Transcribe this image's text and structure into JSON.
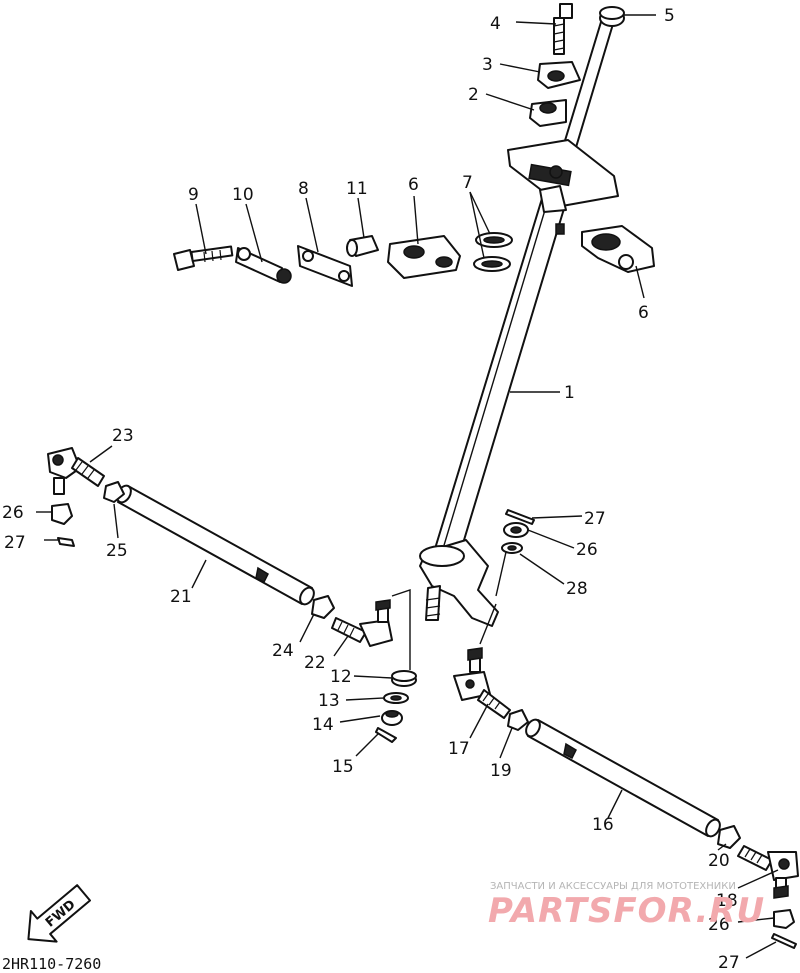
{
  "callouts": [
    {
      "id": "c4",
      "text": "4"
    },
    {
      "id": "c5",
      "text": "5"
    },
    {
      "id": "c3",
      "text": "3"
    },
    {
      "id": "c2",
      "text": "2"
    },
    {
      "id": "c9",
      "text": "9"
    },
    {
      "id": "c10",
      "text": "10"
    },
    {
      "id": "c8",
      "text": "8"
    },
    {
      "id": "c11",
      "text": "11"
    },
    {
      "id": "c6a",
      "text": "6"
    },
    {
      "id": "c7",
      "text": "7"
    },
    {
      "id": "c6b",
      "text": "6"
    },
    {
      "id": "c1",
      "text": "1"
    },
    {
      "id": "c23",
      "text": "23"
    },
    {
      "id": "c26a",
      "text": "26"
    },
    {
      "id": "c27a",
      "text": "27"
    },
    {
      "id": "c25",
      "text": "25"
    },
    {
      "id": "c21",
      "text": "21"
    },
    {
      "id": "c24",
      "text": "24"
    },
    {
      "id": "c22",
      "text": "22"
    },
    {
      "id": "c12",
      "text": "12"
    },
    {
      "id": "c13",
      "text": "13"
    },
    {
      "id": "c14",
      "text": "14"
    },
    {
      "id": "c15",
      "text": "15"
    },
    {
      "id": "c27b",
      "text": "27"
    },
    {
      "id": "c26b",
      "text": "26"
    },
    {
      "id": "c28",
      "text": "28"
    },
    {
      "id": "c17",
      "text": "17"
    },
    {
      "id": "c19",
      "text": "19"
    },
    {
      "id": "c16",
      "text": "16"
    },
    {
      "id": "c20",
      "text": "20"
    },
    {
      "id": "c18",
      "text": "18"
    },
    {
      "id": "c26c",
      "text": "26"
    },
    {
      "id": "c27c",
      "text": "27"
    }
  ],
  "fwd_label": "FWD",
  "diagram_code": "2HR110-7260",
  "watermark": {
    "caption": "ЗАПЧАСТИ И АКСЕССУАРЫ ДЛЯ МОТОТЕХНИКИ",
    "brand": "PARTSFOR.RU",
    "color": "#f2a9ad"
  }
}
